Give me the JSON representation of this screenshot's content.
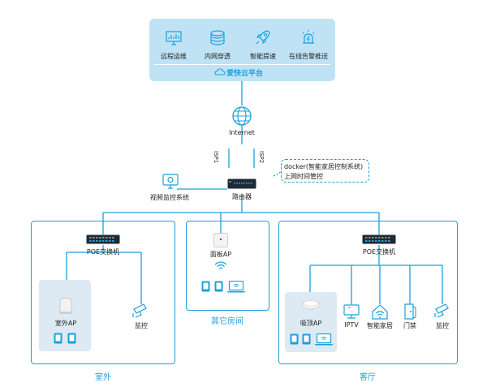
{
  "cloud": {
    "features": [
      {
        "label": "远程运维",
        "icon": "chart-monitor-icon"
      },
      {
        "label": "内网穿透",
        "icon": "database-icon"
      },
      {
        "label": "智能提速",
        "icon": "rocket-icon"
      },
      {
        "label": "在线告警推送",
        "icon": "alarm-icon"
      }
    ],
    "platform_name": "爱快云平台"
  },
  "internet_label": "Internet",
  "isp1": "ISP1",
  "isp2": "ISP2",
  "docker_note": [
    "docker(智能家居控制系统)",
    "上网时间管控"
  ],
  "video_label": "视频监控系统",
  "router_label": "路由器",
  "outdoor": {
    "title": "室外",
    "switch_label": "POE交换机",
    "ap_label": "室外AP",
    "monitor_label": "监控"
  },
  "other_rooms": {
    "title": "其它房间",
    "ap_label": "面板AP"
  },
  "living_room": {
    "title": "客厅",
    "switch_label": "POE交换机",
    "ap_label": "吸顶AP",
    "devices": [
      "IPTV",
      "智能家居",
      "门禁",
      "监控"
    ]
  },
  "colors": {
    "accent": "#1aa0dc",
    "panel": "#bfe3f5",
    "panel_inner": "#dde9f3"
  }
}
